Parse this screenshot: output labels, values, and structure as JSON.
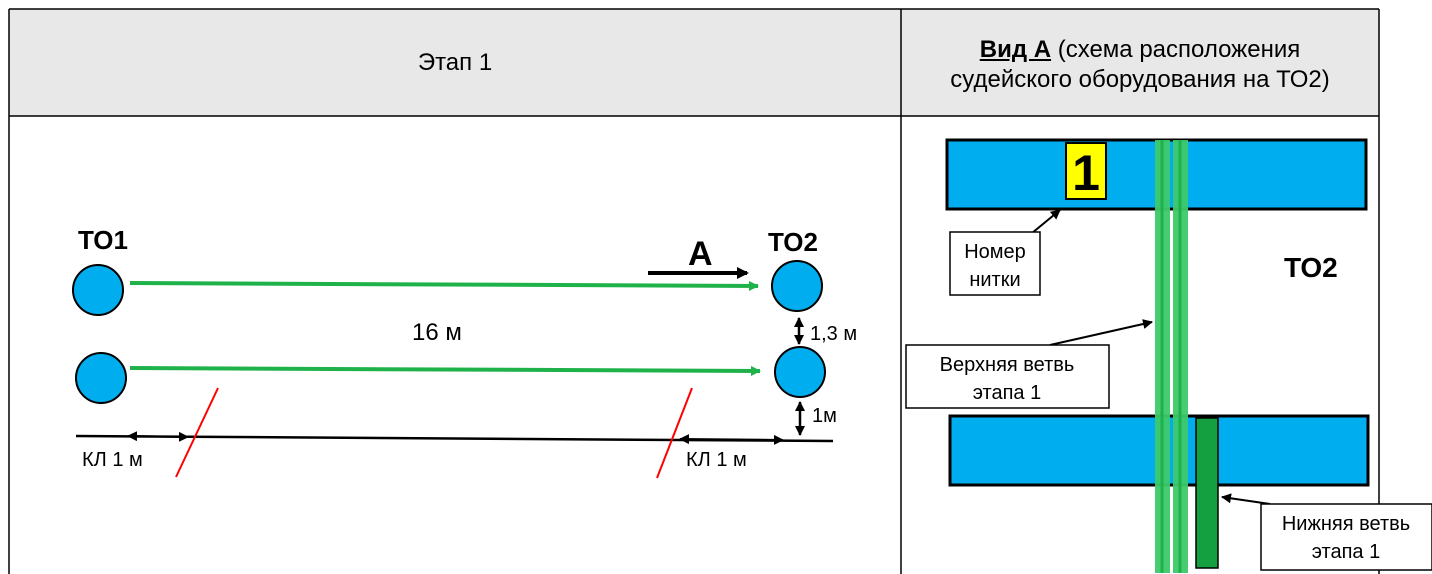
{
  "header": {
    "left_title": "Этап 1",
    "right_title_bold": "Вид А",
    "right_title_rest": " (схема расположения судейского оборудования на ТО2)"
  },
  "stage_scheme": {
    "to1_label": "ТО1",
    "to2_label": "ТО2",
    "arrow_label": "А",
    "distance_label": "16 м",
    "gap_label": "1,3 м",
    "ground_gap_label": "1м",
    "control_line_left": "КЛ 1 м",
    "control_line_right": "КЛ 1 м"
  },
  "view_a": {
    "thread_number": "1",
    "thread_number_callout": [
      "Номер",
      "нитки"
    ],
    "to2_label": "ТО2",
    "upper_branch_callout": [
      "Верхняя ветвь",
      "этапа 1"
    ],
    "lower_branch_callout": [
      "Нижняя ветвь",
      "этапа 1"
    ]
  },
  "colors": {
    "header_bg": "#e8e8e8",
    "circle_fill": "#00aeef",
    "green_rope": "#1fb24a",
    "dark_green_rope": "#14a040",
    "red_mark": "#ff0000",
    "number_badge": "#ffff00"
  }
}
